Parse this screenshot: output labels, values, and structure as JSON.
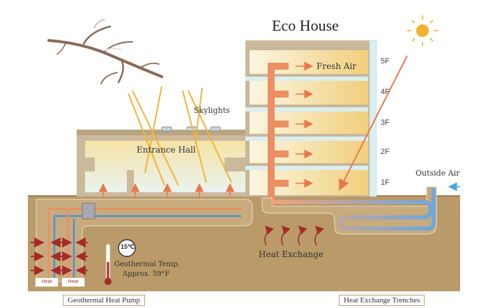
{
  "title": "Eco House",
  "labels": {
    "fresh_air": "Fresh Air",
    "skylights": "Skylights",
    "entrance_hall": "Entrance Hall",
    "outside_air": "Outside Air",
    "heat_exchange": "Heat Exchange",
    "temp_badge": "15℃",
    "geo_temp_line1": "Geothermal Temp.",
    "geo_temp_line2": "Approx. 59°F",
    "heat_left": "Heat",
    "heat_right": "Heat"
  },
  "floors": [
    "5F",
    "4F",
    "3F",
    "2F",
    "1F"
  ],
  "captions": {
    "pump": "Geothermal Heat Pump",
    "trenches": "Heat Exchange Trenches"
  },
  "colors": {
    "ground": "#b99a68",
    "ground_light": "#c8ab7c",
    "building_frame": "#c9b79a",
    "glass": "#d9eff0",
    "interior_warm": "#f3d58a",
    "duct": "#ec8f62",
    "cold_pipe": "#4f8fd0",
    "heat_arrow": "#a52a2a",
    "sun": "#f2b12a",
    "light_ray": "#f0b33a"
  },
  "icons": [
    "sun-icon",
    "tree-branch-icon",
    "thermometer-icon",
    "arrow-icons"
  ]
}
